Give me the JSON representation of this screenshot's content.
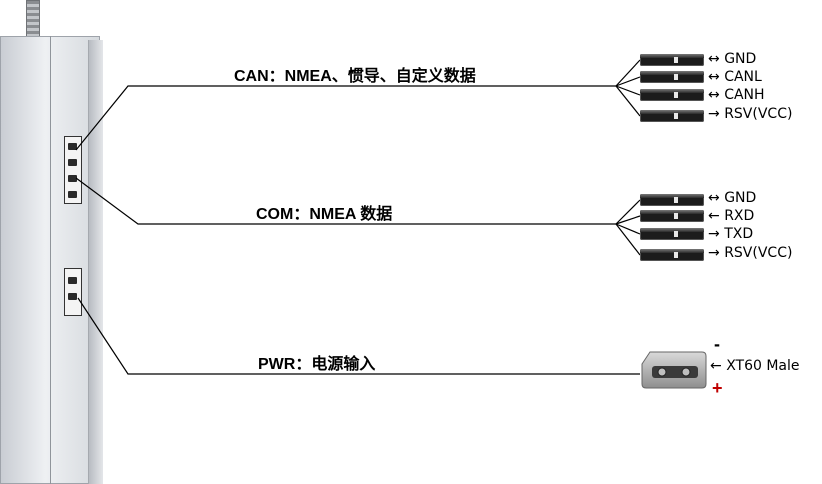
{
  "buses": [
    {
      "label": "CAN：NMEA、惯导、自定义数据",
      "pins": [
        {
          "arrow": "↔",
          "signal": "GND"
        },
        {
          "arrow": "↔",
          "signal": "CANL"
        },
        {
          "arrow": "↔",
          "signal": "CANH"
        },
        {
          "arrow": "→",
          "signal": "RSV(VCC)"
        }
      ]
    },
    {
      "label": "COM：NMEA 数据",
      "pins": [
        {
          "arrow": "↔",
          "signal": "GND"
        },
        {
          "arrow": "←",
          "signal": "RXD"
        },
        {
          "arrow": "→",
          "signal": "TXD"
        },
        {
          "arrow": "→",
          "signal": "RSV(VCC)"
        }
      ]
    },
    {
      "label": "PWR：电源输入",
      "connector": {
        "arrow": "←",
        "signal": "XT60 Male",
        "negative": "-",
        "positive": "+"
      }
    }
  ],
  "colors": {
    "wire": "#000000",
    "positive": "#c00000",
    "terminal": "#1c1c1c"
  }
}
